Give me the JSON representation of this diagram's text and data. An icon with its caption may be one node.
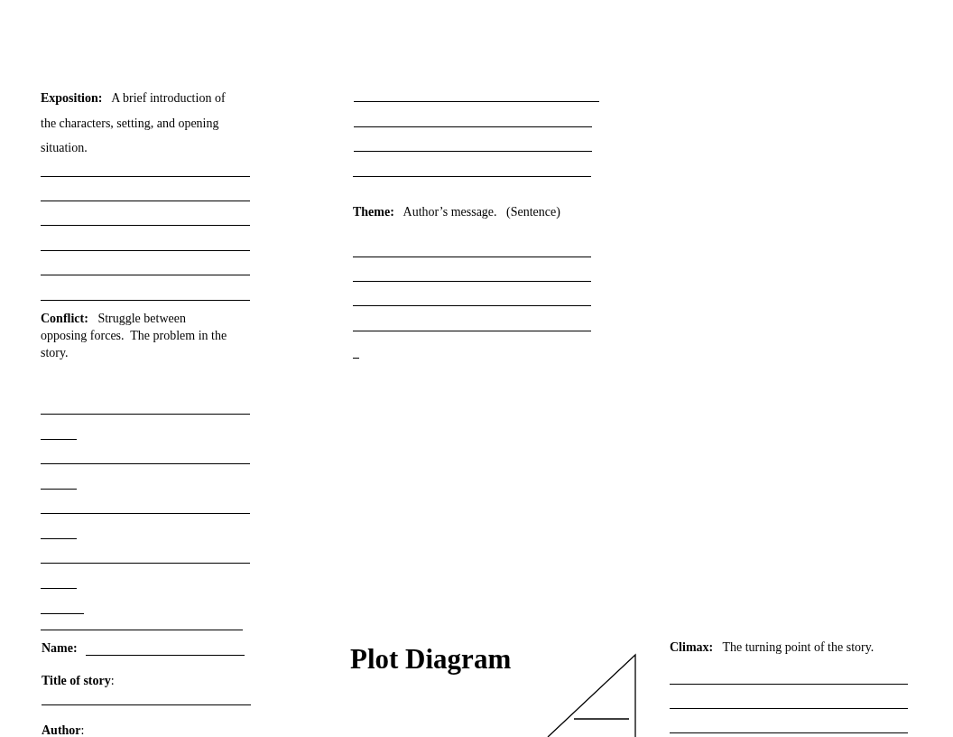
{
  "diagram": {
    "title": "Plot Diagram",
    "labels": [
      "**Exposition:**   A brief introduction of the characters, setting, and opening situation.",
      "**Conflict:**   Struggle between opposing forces.  The problem in the story.",
      "**Theme:**   Author’s message.   (Sentence)",
      "Name:",
      "**Title of story**:",
      "**Author**:",
      "**Climax:**   The turning point of the story."
    ]
  }
}
